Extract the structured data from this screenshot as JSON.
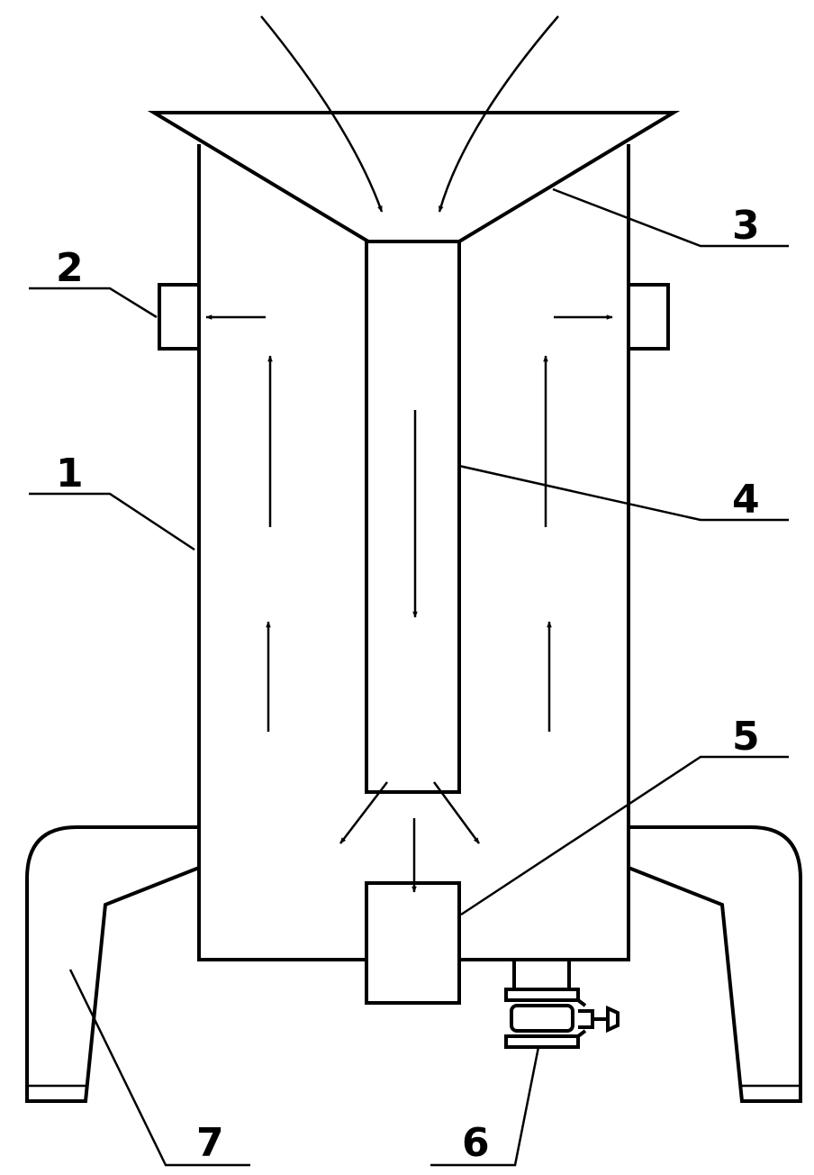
{
  "labels": {
    "housing": "1",
    "outlet_port": "2",
    "funnel": "3",
    "inner_tube": "4",
    "filter_box": "5",
    "valve": "6",
    "support_legs": "7"
  }
}
